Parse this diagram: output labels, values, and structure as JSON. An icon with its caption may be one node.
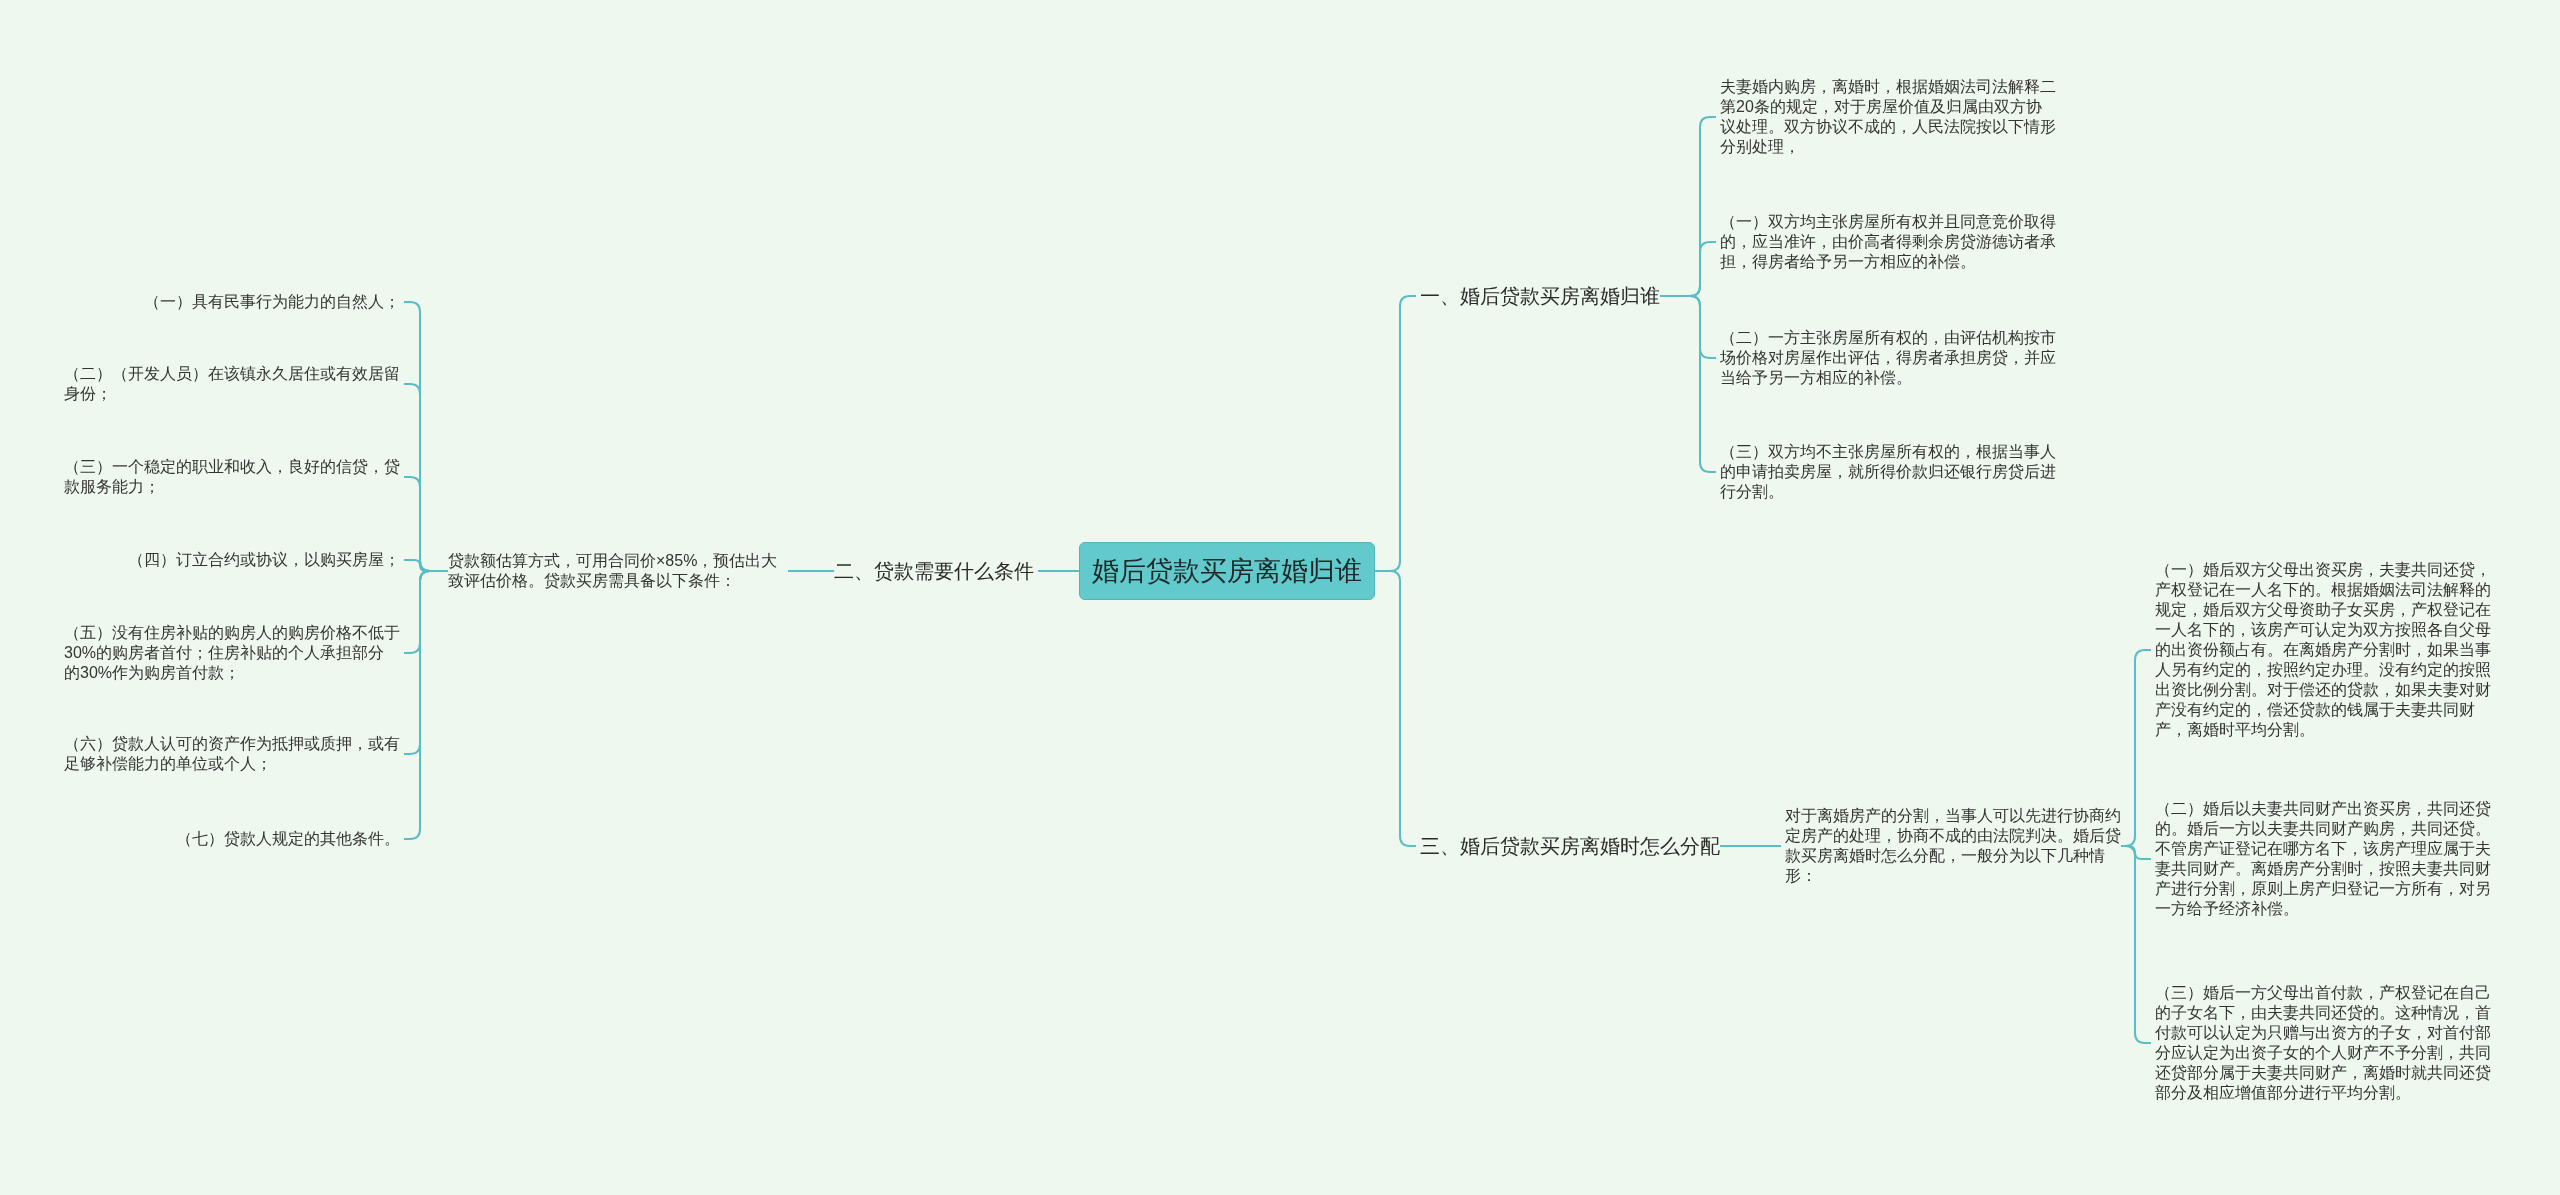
{
  "diagram": {
    "nodes": [
      {
        "text": [
          "婚后贷款买房离婚归谁"
        ]
      },
      {
        "text": [
          "一、婚后贷款买房离婚归谁"
        ]
      },
      {
        "text": [
          "二、贷款需要什么条件"
        ]
      },
      {
        "text": [
          "三、婚后贷款买房离婚时怎么分配"
        ]
      },
      {
        "text": [
          "贷款额估算方式，可用合同价×85%，预估出大致评估价格。贷款买房需具备以下条件："
        ]
      },
      {
        "text": [
          "（一）具有民事行为能力的自然人；"
        ]
      },
      {
        "text": [
          "（二）（开发人员）在该镇永久居住或有效居留身份；"
        ]
      },
      {
        "text": [
          "（三）一个稳定的职业和收入，良好的信贷，贷款服务能力；"
        ]
      },
      {
        "text": [
          "（四）订立合约或协议，以购买房屋；"
        ]
      },
      {
        "text": [
          "（五）没有住房补贴的购房人的购房价格不低于30%的购房者首付；住房补贴的个人承担部分的30%作为购房首付款；"
        ]
      },
      {
        "text": [
          "（六）贷款人认可的资产作为抵押或质押，或有足够补偿能力的单位或个人；"
        ]
      },
      {
        "text": [
          "（七）贷款人规定的其他条件。"
        ]
      },
      {
        "text": [
          "夫妻婚内购房，离婚时，根据婚姻法司法解释二第20条的规定，对于房屋价值及归属由双方协议处理。双方协议不成的，人民法院按以下情形分别处理，"
        ]
      },
      {
        "text": [
          "（一）双方均主张房屋所有权并且同意竞价取得的，应当准许，由价高者得剩余房贷游德访者承担，得房者给予另一方相应的补偿。"
        ]
      },
      {
        "text": [
          "（二）一方主张房屋所有权的，由评估机构按市场价格对房屋作出评估，得房者承担房贷，并应当给予另一方相应的补偿。"
        ]
      },
      {
        "text": [
          "（三）双方均不主张房屋所有权的，根据当事人的申请拍卖房屋，就所得价款归还银行房贷后进行分割。"
        ]
      },
      {
        "text": [
          "对于离婚房产的分割，当事人可以先进行协商约定房产的处理，协商不成的由法院判决。婚后贷款买房离婚时怎么分配，一般分为以下几种情形："
        ]
      },
      {
        "text": [
          "（一）婚后双方父母出资买房，夫妻共同还贷，产权登记在一人名下的。根据婚姻法司法解释的规定，婚后双方父母资助子女买房，产权登记在一人名下的，该房产可认定为双方按照各自父母的出资份额占有。在离婚房产分割时，如果当事人另有约定的，按照约定办理。没有约定的按照出资比例分割。对于偿还的贷款，如果夫妻对财产没有约定的，偿还贷款的钱属于夫妻共同财产，离婚时平均分割。"
        ]
      },
      {
        "text": [
          "（二）婚后以夫妻共同财产出资买房，共同还贷的。婚后一方以夫妻共同财产购房，共同还贷。不管房产证登记在哪方名下，该房产理应属于夫妻共同财产。离婚房产分割时，按照夫妻共同财产进行分割，原则上房产归登记一方所有，对另一方给予经济补偿。"
        ]
      },
      {
        "text": [
          "（三）婚后一方父母出首付款，产权登记在自己的子女名下，由夫妻共同还贷的。这种情况，首付款可以认定为只赠与出资方的子女，对首付部分应认定为出资子女的个人财产不予分割，共同还贷部分属于夫妻共同财产，离婚时就共同还贷部分及相应增值部分进行平均分割。"
        ]
      }
    ],
    "edges": [
      {
        "from": 0,
        "to": 1,
        "arrow": "none"
      },
      {
        "from": 0,
        "to": 2,
        "arrow": "none"
      },
      {
        "from": 0,
        "to": 3,
        "arrow": "none"
      },
      {
        "from": 2,
        "to": 4,
        "arrow": "none"
      },
      {
        "from": 4,
        "to": 5,
        "arrow": "none"
      },
      {
        "from": 4,
        "to": 6,
        "arrow": "none"
      },
      {
        "from": 4,
        "to": 7,
        "arrow": "none"
      },
      {
        "from": 4,
        "to": 8,
        "arrow": "none"
      },
      {
        "from": 4,
        "to": 9,
        "arrow": "none"
      },
      {
        "from": 4,
        "to": 10,
        "arrow": "none"
      },
      {
        "from": 4,
        "to": 11,
        "arrow": "none"
      },
      {
        "from": 1,
        "to": 12,
        "arrow": "none"
      },
      {
        "from": 1,
        "to": 13,
        "arrow": "none"
      },
      {
        "from": 1,
        "to": 14,
        "arrow": "none"
      },
      {
        "from": 1,
        "to": 15,
        "arrow": "none"
      },
      {
        "from": 3,
        "to": 16,
        "arrow": "none"
      },
      {
        "from": 16,
        "to": 17,
        "arrow": "none"
      },
      {
        "from": 16,
        "to": 18,
        "arrow": "none"
      },
      {
        "from": 16,
        "to": 19,
        "arrow": "none"
      }
    ]
  }
}
